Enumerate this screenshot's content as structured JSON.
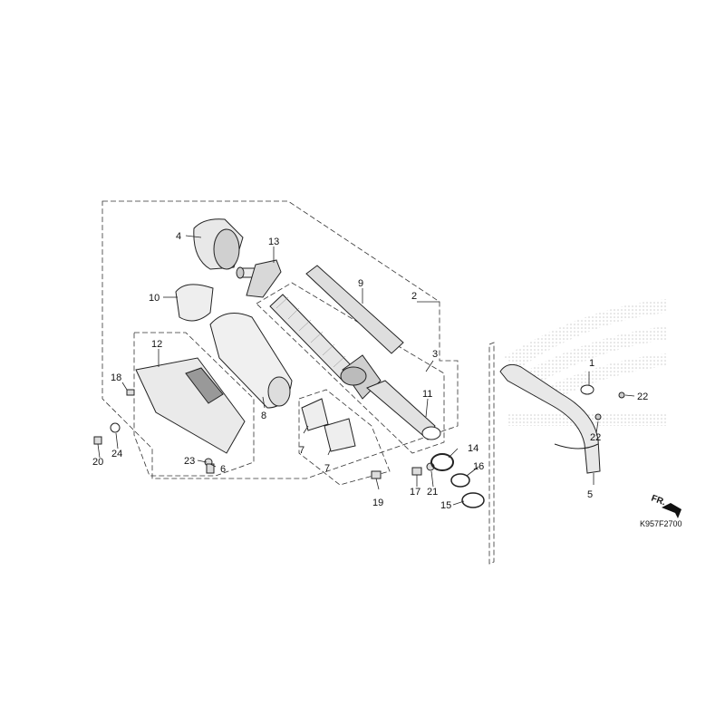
{
  "diagram": {
    "code": "K957F2700",
    "fr_label": "FR.",
    "parts": {
      "p1": "1",
      "p2": "2",
      "p3": "3",
      "p4": "4",
      "p5": "5",
      "p6": "6",
      "p7a": "7",
      "p7b": "7",
      "p8": "8",
      "p9": "9",
      "p10": "10",
      "p11": "11",
      "p12": "12",
      "p13": "13",
      "p14": "14",
      "p15": "15",
      "p16": "16",
      "p17": "17",
      "p18": "18",
      "p19": "19",
      "p20": "20",
      "p21": "21",
      "p22a": "22",
      "p22b": "22",
      "p23": "23",
      "p24": "24"
    }
  }
}
